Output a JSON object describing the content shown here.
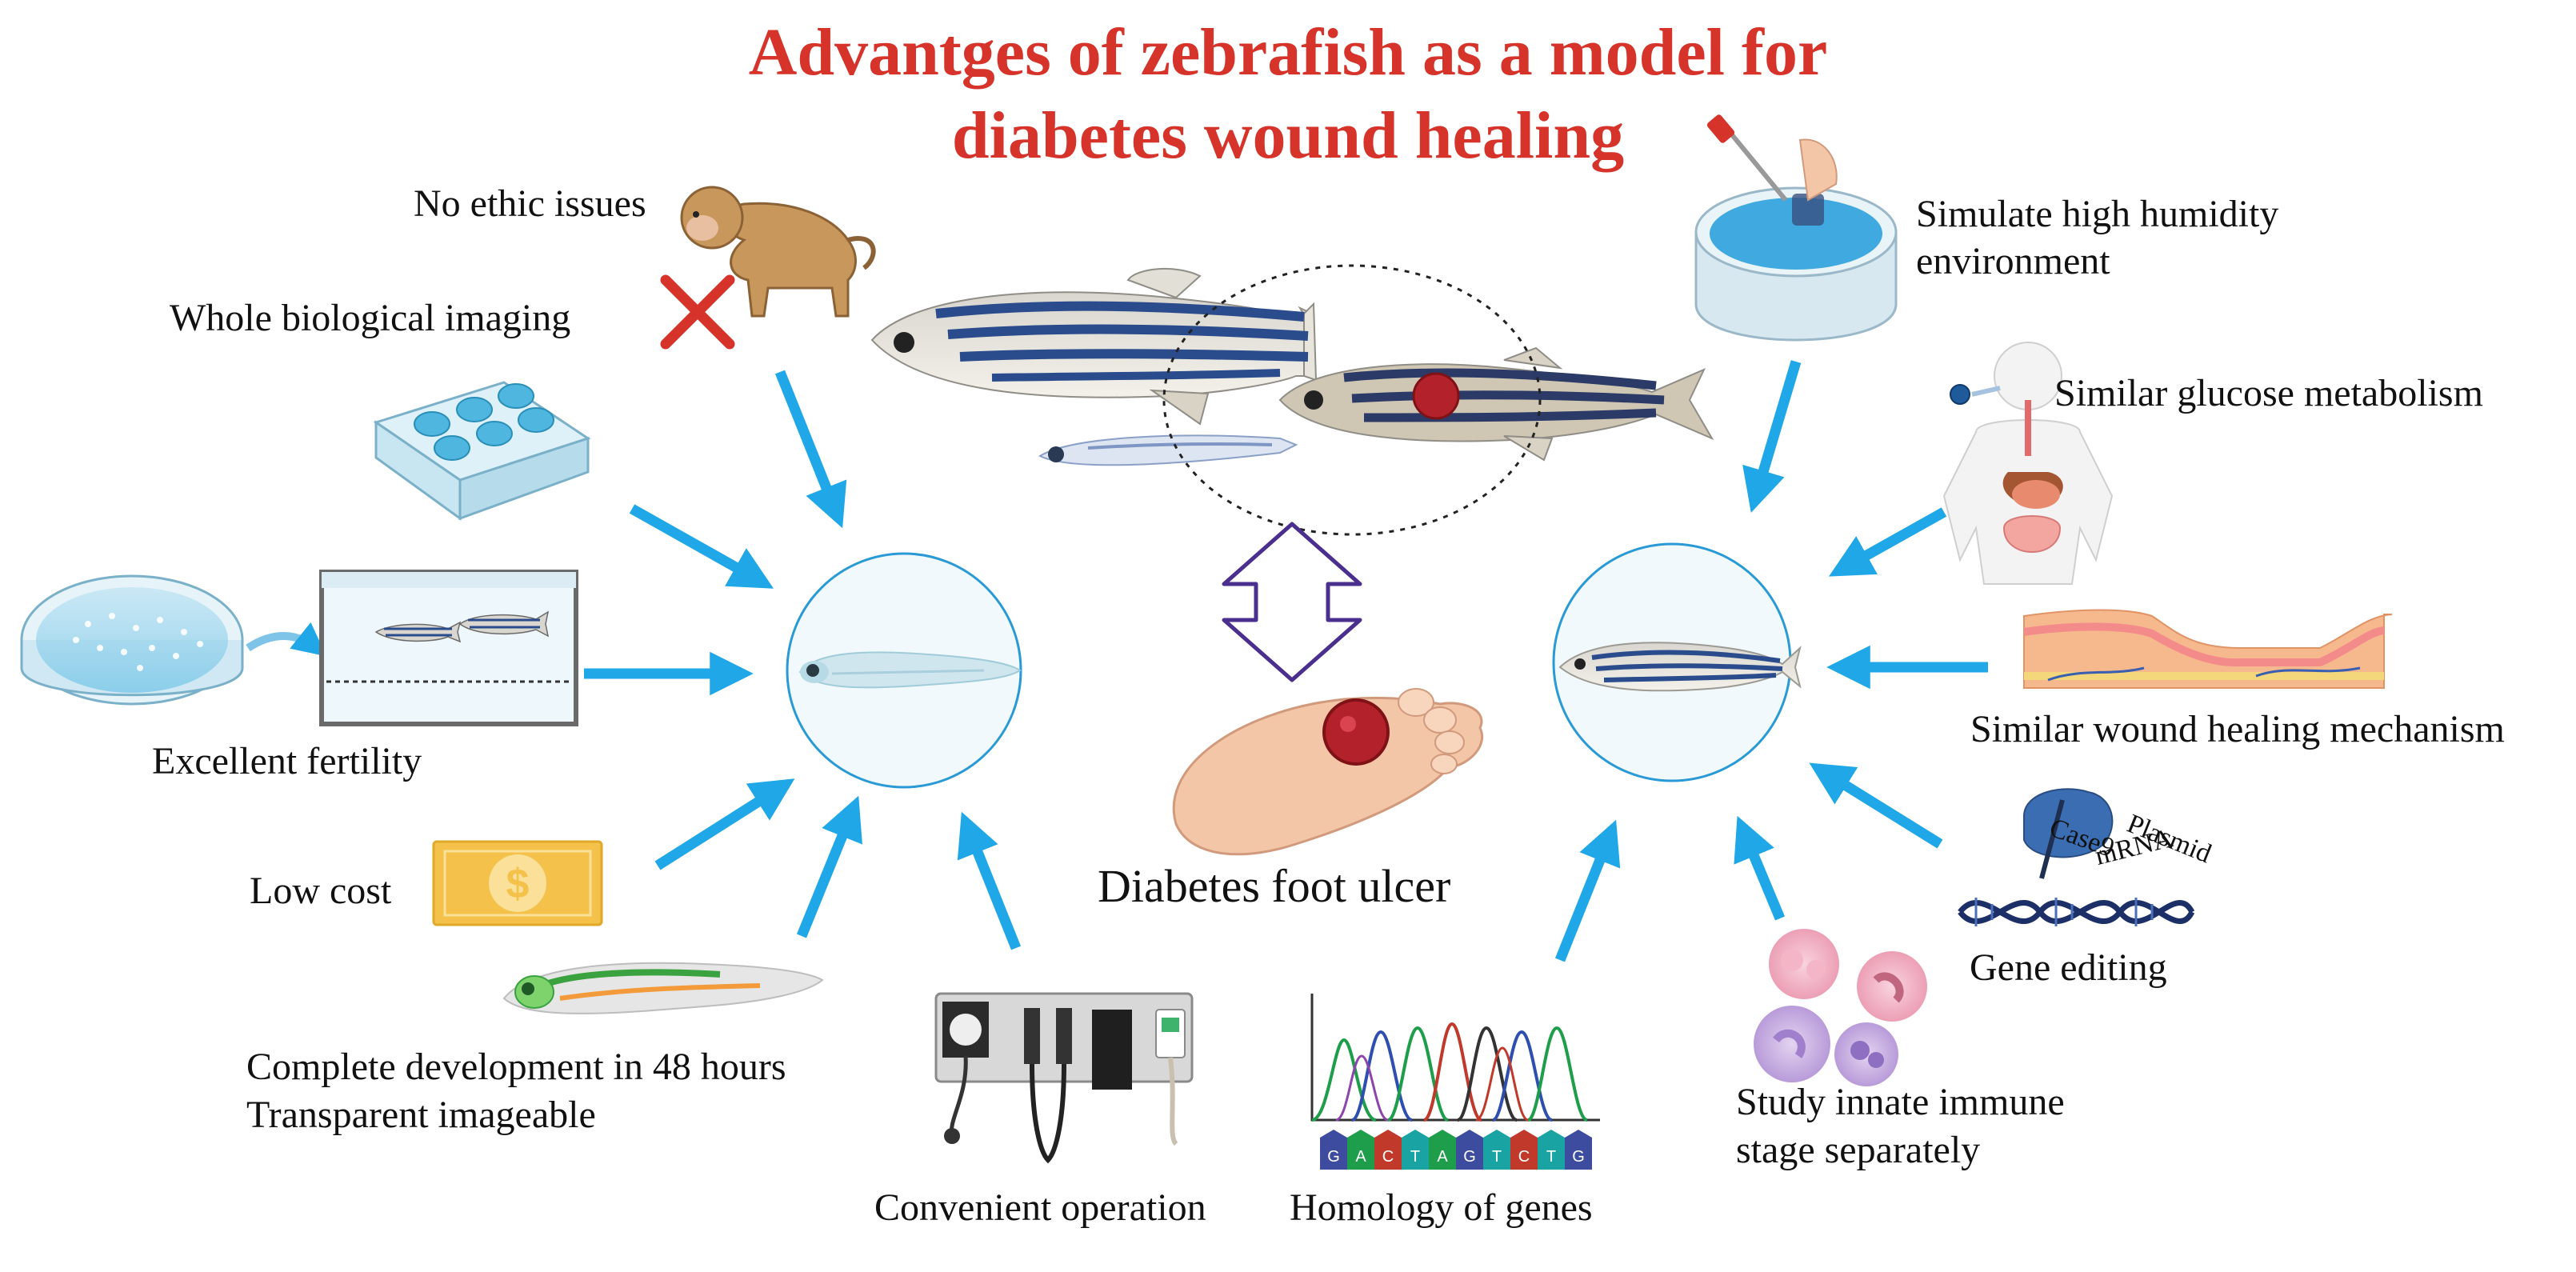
{
  "title": {
    "line1": "Advantges of zebrafish as a model for",
    "line2": "diabetes wound healing"
  },
  "colors": {
    "title": "#d6332a",
    "arrow": "#1fa7e8",
    "circle_stroke": "#2a9ad6",
    "fish_stripe": "#2b4c8c",
    "foot": "#f2c6a6",
    "ulcer": "#b3222a",
    "purple_arrow": "#4b2f8f"
  },
  "left_labels": {
    "no_ethic": "No ethic issues",
    "whole_imaging": "Whole biological imaging",
    "fertility": "Excellent fertility",
    "low_cost": "Low cost",
    "development_1": "Complete development in 48 hours",
    "development_2": "Transparent imageable"
  },
  "bottom_labels": {
    "operation": "Convenient operation",
    "homology": "Homology of genes"
  },
  "center": {
    "foot_ulcer": "Diabetes foot ulcer"
  },
  "right_labels": {
    "humidity_1": "Simulate high humidity",
    "humidity_2": "environment",
    "glucose": "Similar glucose metabolism",
    "wound": "Similar wound healing mechanism",
    "gene_editing": "Gene editing",
    "immune_1": "Study innate immune",
    "immune_2": "stage separately"
  },
  "gene_editing_tags": {
    "cas9": "Case9",
    "plasmid": "Plasmid",
    "mrna": "mRNA"
  },
  "sequence": {
    "letters": [
      "G",
      "A",
      "C",
      "T",
      "A",
      "G",
      "T",
      "C",
      "T",
      "G"
    ]
  },
  "icons": {
    "currency": "$"
  }
}
